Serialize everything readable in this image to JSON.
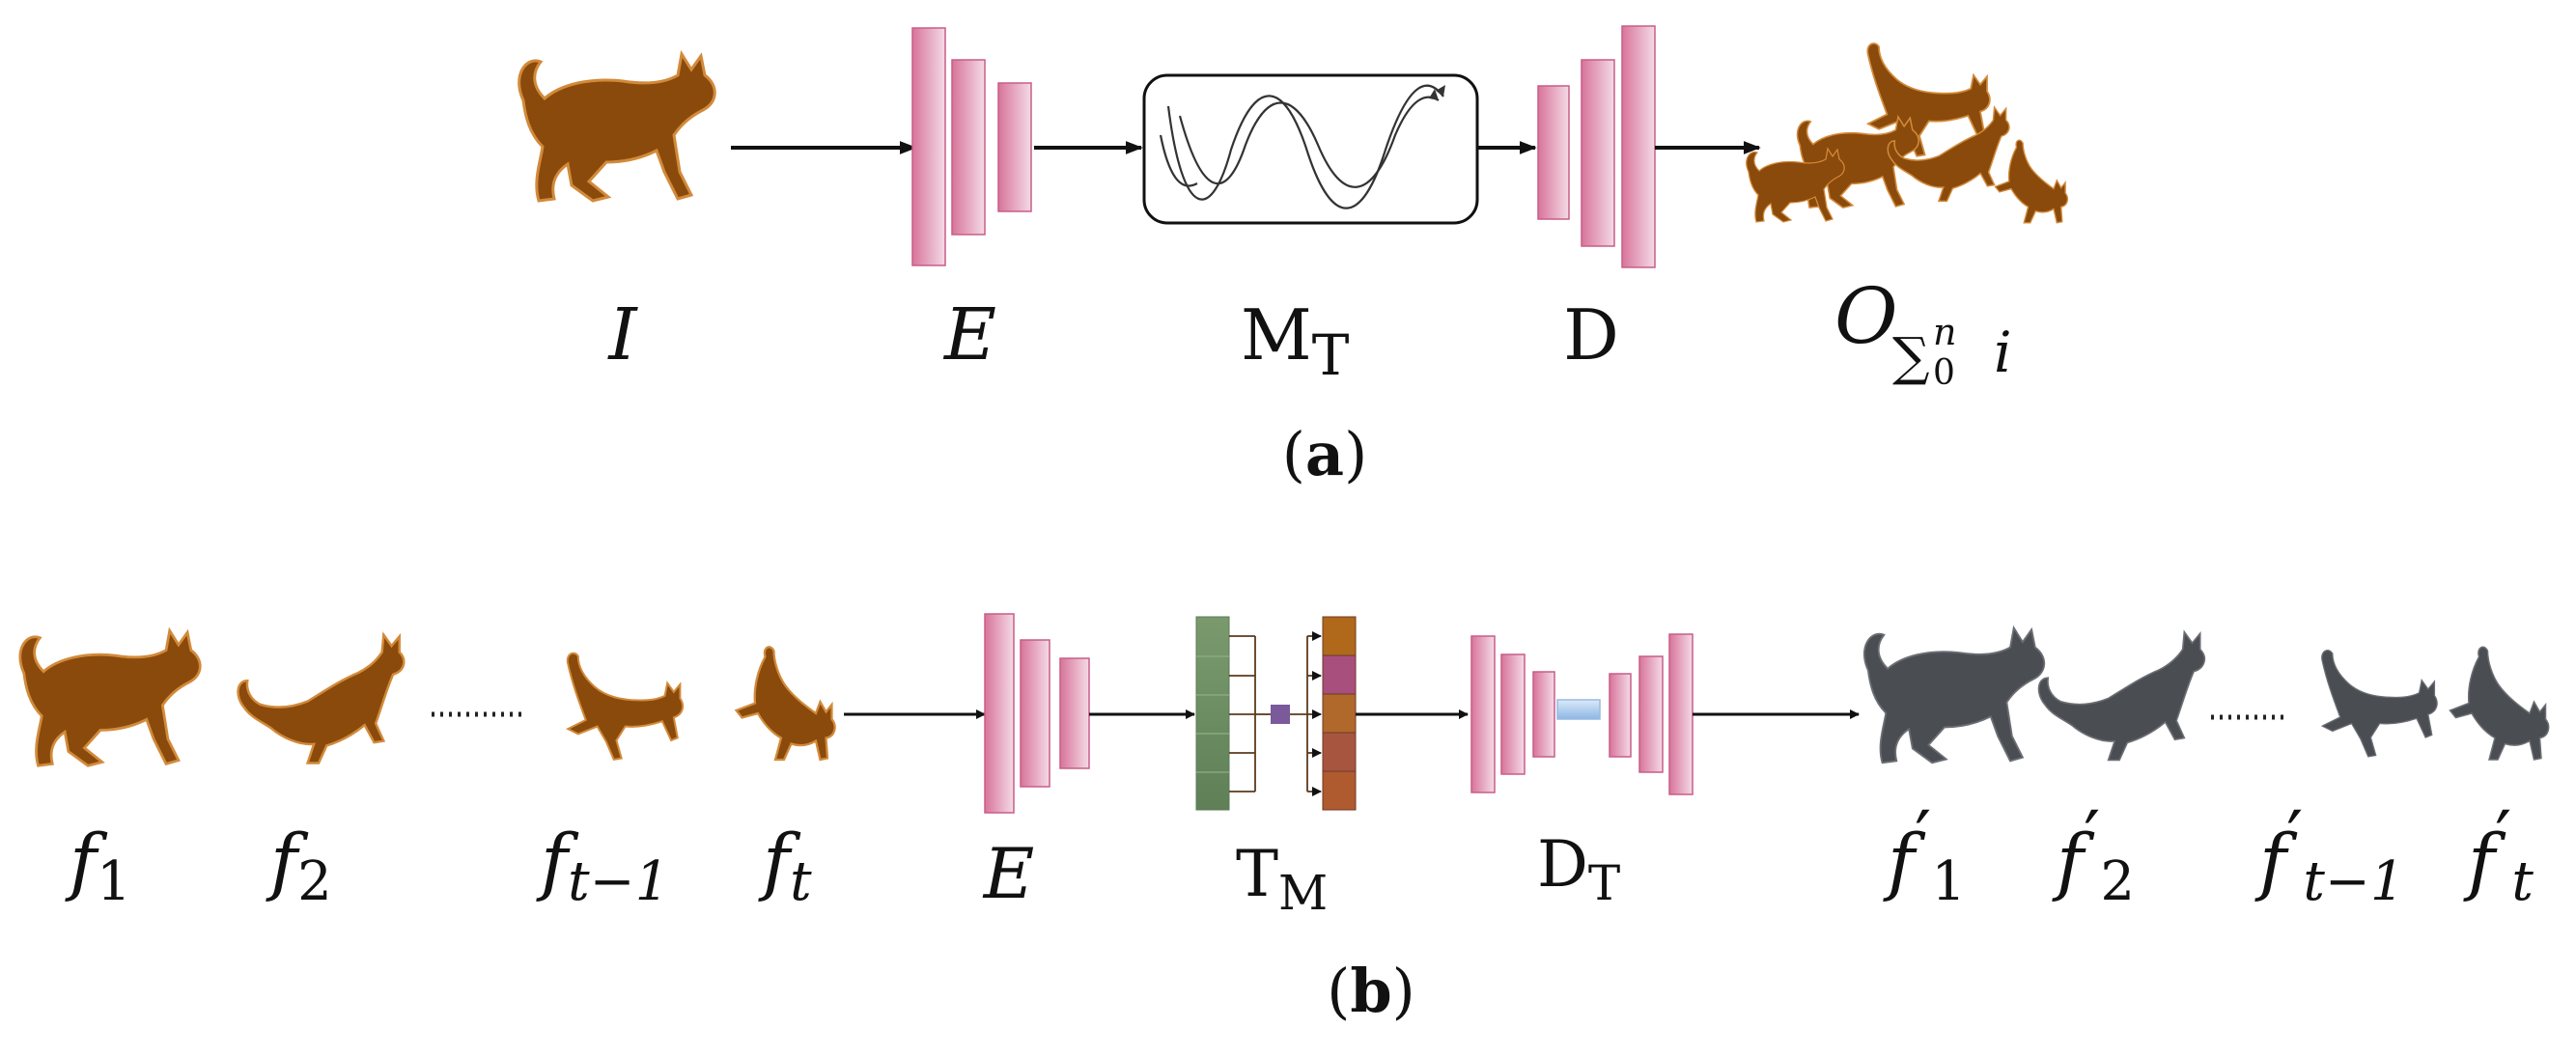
{
  "panel_a": {
    "labels": {
      "input": "I",
      "encoder": "E",
      "motion_base": "M",
      "motion_sub": "T",
      "decoder": "D",
      "output_base": "O",
      "output_sub_sum": "∑",
      "output_sub_lower": "0",
      "output_sub_upper": "n",
      "output_sub_index": "i"
    },
    "caption": {
      "open": "(",
      "letter": "a",
      "close": ")"
    }
  },
  "panel_b": {
    "input_frames": [
      {
        "base": "f",
        "sub": "1"
      },
      {
        "base": "f",
        "sub": "2"
      },
      {
        "base": "f",
        "sub": "t−1"
      },
      {
        "base": "f",
        "sub": "t"
      }
    ],
    "output_frames": [
      {
        "base": "f",
        "prime": "′",
        "sub": "1"
      },
      {
        "base": "f",
        "prime": "′",
        "sub": "2"
      },
      {
        "base": "f",
        "prime": "′",
        "sub": "t−1"
      },
      {
        "base": "f",
        "prime": "′",
        "sub": "t"
      }
    ],
    "labels": {
      "encoder": "E",
      "transformer_base": "T",
      "transformer_sub": "M",
      "decoder_base": "D",
      "decoder_sub": "T"
    },
    "caption": {
      "open": "(",
      "letter": "b",
      "close": ")"
    }
  },
  "colors": {
    "cat_color": "#8a4a0c",
    "cat_outline": "#d28a3a",
    "output_cat_color": "#4a4d52",
    "layer_pink": "#d8749a",
    "layer_light": "#f4dbe6",
    "arrow": "#111111",
    "token_green": "#6f8f66",
    "token_violet": "#7a5a9a",
    "token_orange": "#b0692a",
    "token_magenta": "#a84f7d",
    "latent_blue": "#a9c8ec"
  },
  "icons": {
    "cat_walk": "cat-walking-icon",
    "cat_stretch": "cat-stretching-icon",
    "cat_leap": "cat-leaping-icon",
    "cat_jump": "cat-jumping-icon",
    "cat_stack": "cat-stack-icon",
    "wave": "sine-wave-icon"
  }
}
